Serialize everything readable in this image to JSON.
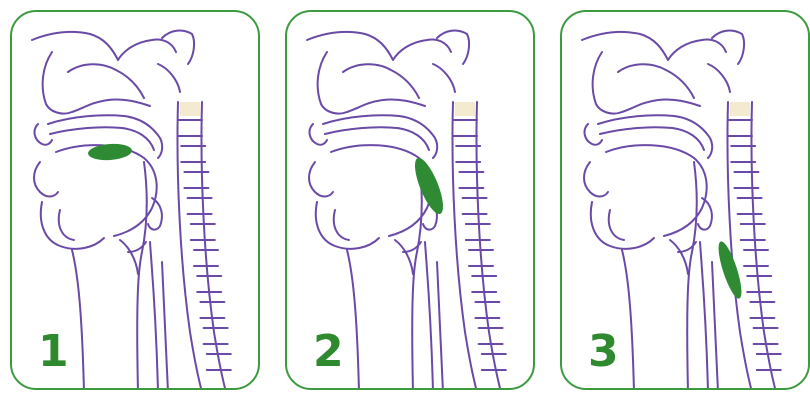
{
  "panels": [
    {
      "label": "1",
      "stage": "oral"
    },
    {
      "label": "2",
      "stage": "pharyngeal"
    },
    {
      "label": "3",
      "stage": "esophageal"
    }
  ],
  "colors": {
    "anatomy_line": "#6a4aa6",
    "bolus": "#2e8b34",
    "border": "#3c9a3f",
    "label": "#2f8a2f"
  }
}
